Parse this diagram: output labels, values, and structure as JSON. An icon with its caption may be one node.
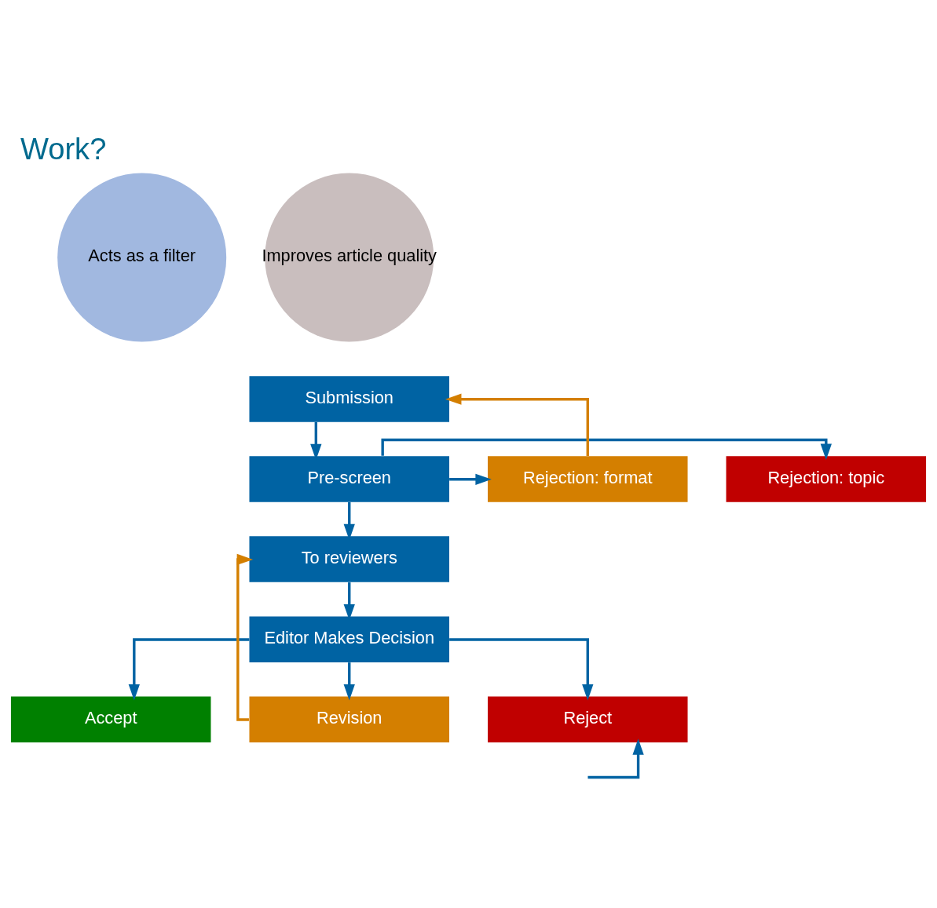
{
  "diagram": {
    "title": "Work?",
    "nodes": [
      {
        "text": [
          "Acts as a filter"
        ]
      },
      {
        "text": [
          "Improves article quality"
        ]
      },
      {
        "text": [
          "Submission"
        ]
      },
      {
        "text": [
          "Pre-screen"
        ]
      },
      {
        "text": [
          "Rejection: topic"
        ]
      },
      {
        "text": [
          "Rejection: format"
        ]
      },
      {
        "text": [
          "To reviewers"
        ]
      },
      {
        "text": [
          "Editor Makes Decision"
        ]
      },
      {
        "text": [
          "Accept"
        ]
      },
      {
        "text": [
          "Revision"
        ]
      },
      {
        "text": [
          "Reject"
        ]
      }
    ],
    "edges": [
      {
        "from": 2,
        "to": 3,
        "arrow": "to"
      },
      {
        "from": 3,
        "to": 4,
        "arrow": "to"
      },
      {
        "from": 3,
        "to": 5,
        "arrow": "to"
      },
      {
        "from": 5,
        "to": 2,
        "arrow": "to",
        "color": "#d47f00"
      },
      {
        "from": 3,
        "to": 6,
        "arrow": "to"
      },
      {
        "from": 6,
        "to": 7,
        "arrow": "to"
      },
      {
        "from": 7,
        "to": 8,
        "arrow": "to"
      },
      {
        "from": 7,
        "to": 9,
        "arrow": "to"
      },
      {
        "from": 7,
        "to": 10,
        "arrow": "to"
      },
      {
        "from": 9,
        "to": 6,
        "arrow": "to",
        "color": "#d47f00"
      },
      {
        "from": null,
        "to": 10,
        "arrow": "to"
      }
    ]
  }
}
